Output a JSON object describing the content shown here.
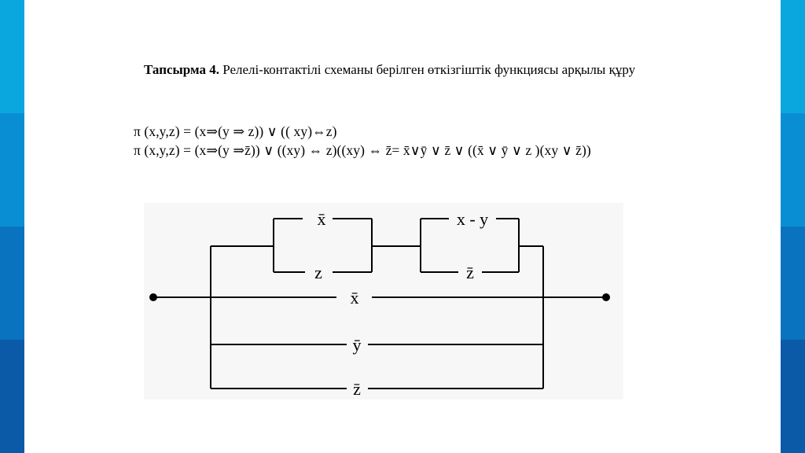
{
  "task": {
    "heading": "Тапсырма 4.",
    "text": "Релелі-контактілі схеманы берілген өткізгіштік функциясы арқылы құру"
  },
  "formulas": {
    "line1": "π (x,y,z) = (x⇒(y ⇒ z))  ∨ (( xy)⇔z)",
    "line2": "π (x,y,z) = (x⇒(y ⇒z̄))  ∨ ((xy) ⇔ z)((xy) ⇔ z̄= x̄∨ȳ ∨ z̄ ∨ ((x̄ ∨ ȳ  ∨ z )(xy  ∨  z̄))"
  },
  "circuit": {
    "labels": {
      "top_left_upper": "x̄",
      "top_left_lower": "z",
      "top_right_upper": "x - y",
      "top_right_lower": "z̄",
      "main_line": "x̄",
      "branch_y": "ȳ",
      "branch_z": "z̄"
    }
  }
}
